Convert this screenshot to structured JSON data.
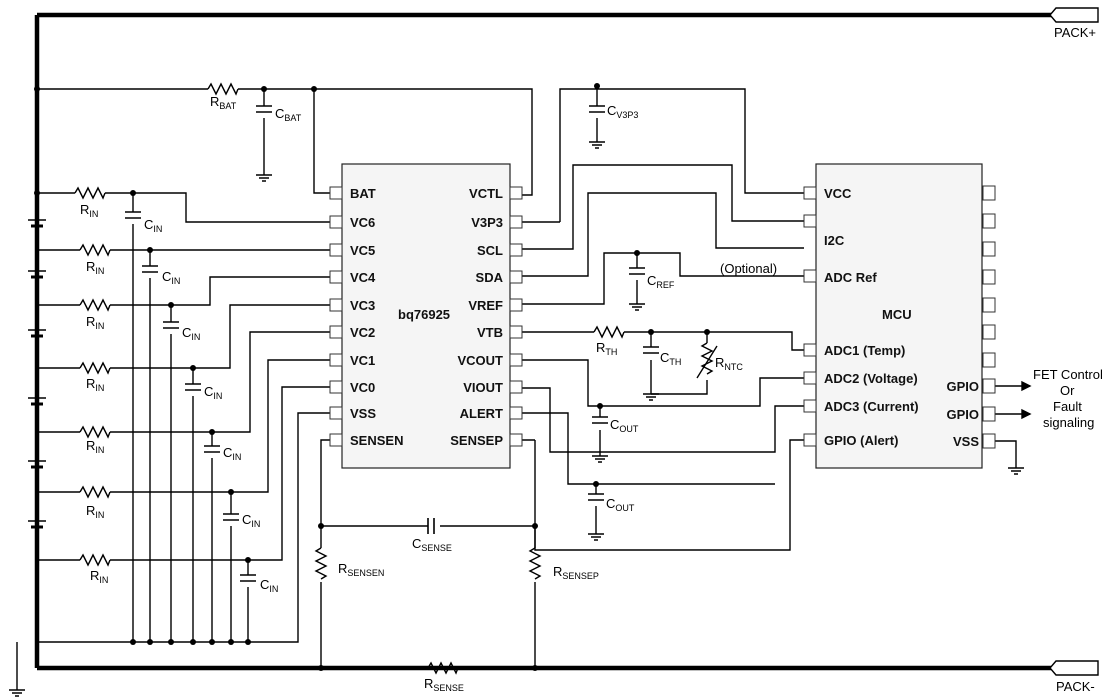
{
  "ports": {
    "pack_plus": "PACK+",
    "pack_minus": "PACK-"
  },
  "afe": {
    "name": "bq76925",
    "left_pins": [
      "BAT",
      "VC6",
      "VC5",
      "VC4",
      "VC3",
      "VC2",
      "VC1",
      "VC0",
      "VSS",
      "SENSEN"
    ],
    "right_pins": [
      "VCTL",
      "V3P3",
      "SCL",
      "SDA",
      "VREF",
      "VTB",
      "VCOUT",
      "VIOUT",
      "ALERT",
      "SENSEP"
    ]
  },
  "mcu": {
    "name": "MCU",
    "left_pins": [
      "VCC",
      "I2C",
      "ADC Ref",
      "ADC1 (Temp)",
      "ADC2 (Voltage)",
      "ADC3 (Current)",
      "GPIO (Alert)"
    ],
    "right_pins": [
      "GPIO",
      "GPIO",
      "VSS"
    ]
  },
  "components": {
    "rbat": {
      "main": "R",
      "sub": "BAT"
    },
    "cbat": {
      "main": "C",
      "sub": "BAT"
    },
    "cv3p3": {
      "main": "C",
      "sub": "V3P3"
    },
    "rin": {
      "main": "R",
      "sub": "IN"
    },
    "cin": {
      "main": "C",
      "sub": "IN"
    },
    "cref": {
      "main": "C",
      "sub": "REF"
    },
    "rth": {
      "main": "R",
      "sub": "TH"
    },
    "cth": {
      "main": "C",
      "sub": "TH"
    },
    "rntc": {
      "main": "R",
      "sub": "NTC"
    },
    "cout1": {
      "main": "C",
      "sub": "OUT"
    },
    "cout2": {
      "main": "C",
      "sub": "OUT"
    },
    "csense": {
      "main": "C",
      "sub": "SENSE"
    },
    "rsensen": {
      "main": "R",
      "sub": "SENSEN"
    },
    "rsensep": {
      "main": "R",
      "sub": "SENSEP"
    },
    "rsense": {
      "main": "R",
      "sub": "SENSE"
    }
  },
  "notes": {
    "optional": "(Optional)",
    "fet_line1": "FET Control",
    "fet_line2": "Or",
    "fet_line3": "Fault",
    "fet_line4": "signaling"
  }
}
